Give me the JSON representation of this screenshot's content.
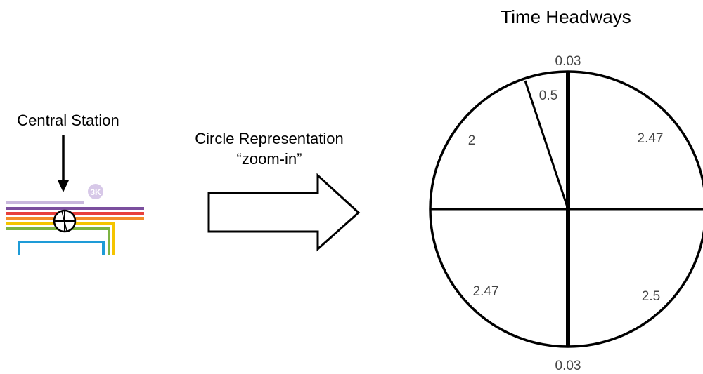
{
  "station": {
    "label": "Central Station",
    "line_badge": "3K"
  },
  "transition": {
    "line1": "Circle Representation",
    "line2": "“zoom-in”"
  },
  "circle": {
    "title": "Time Headways",
    "segments": [
      {
        "label": "0.03"
      },
      {
        "label": "0.5"
      },
      {
        "label": "2.47"
      },
      {
        "label": "2"
      },
      {
        "label": "2.47"
      },
      {
        "label": "2.5"
      },
      {
        "label": "0.03"
      }
    ]
  },
  "colors": {
    "purple_light": "#c9b8dd",
    "purple": "#7b4f9e",
    "red": "#e8403c",
    "orange": "#f28c28",
    "yellow": "#f5c400",
    "green": "#7cb342",
    "blue": "#1e9bd7"
  }
}
